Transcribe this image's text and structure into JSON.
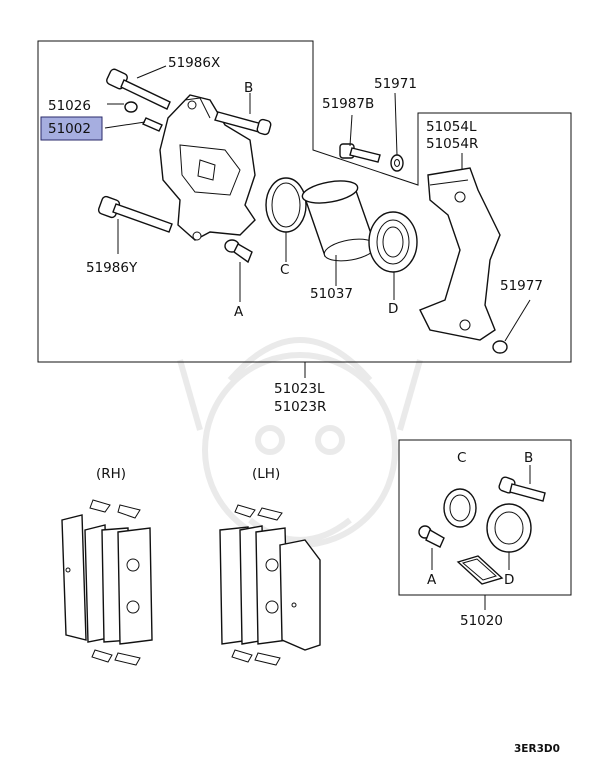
{
  "labels": {
    "p51986x": "51986X",
    "pB_top": "B",
    "p51971": "51971",
    "p51026": "51026",
    "p51002": "51002",
    "p51987b": "51987B",
    "p51054l": "51054L",
    "p51054r": "51054R",
    "p51986y": "51986Y",
    "pC_main": "C",
    "p51037": "51037",
    "pD_main": "D",
    "pA_main": "A",
    "p51977": "51977",
    "p51023l": "51023L",
    "p51023r": "51023R",
    "rh": "(RH)",
    "lh": "(LH)",
    "pC_kit": "C",
    "pB_kit": "B",
    "pA_kit": "A",
    "pD_kit": "D",
    "p51020": "51020",
    "diagram_code": "3ER3D0"
  },
  "colors": {
    "highlight_fill": "#a6aee0",
    "highlight_stroke": "#2a2a6a",
    "line": "#111111",
    "watermark": "#e8e8e8"
  }
}
